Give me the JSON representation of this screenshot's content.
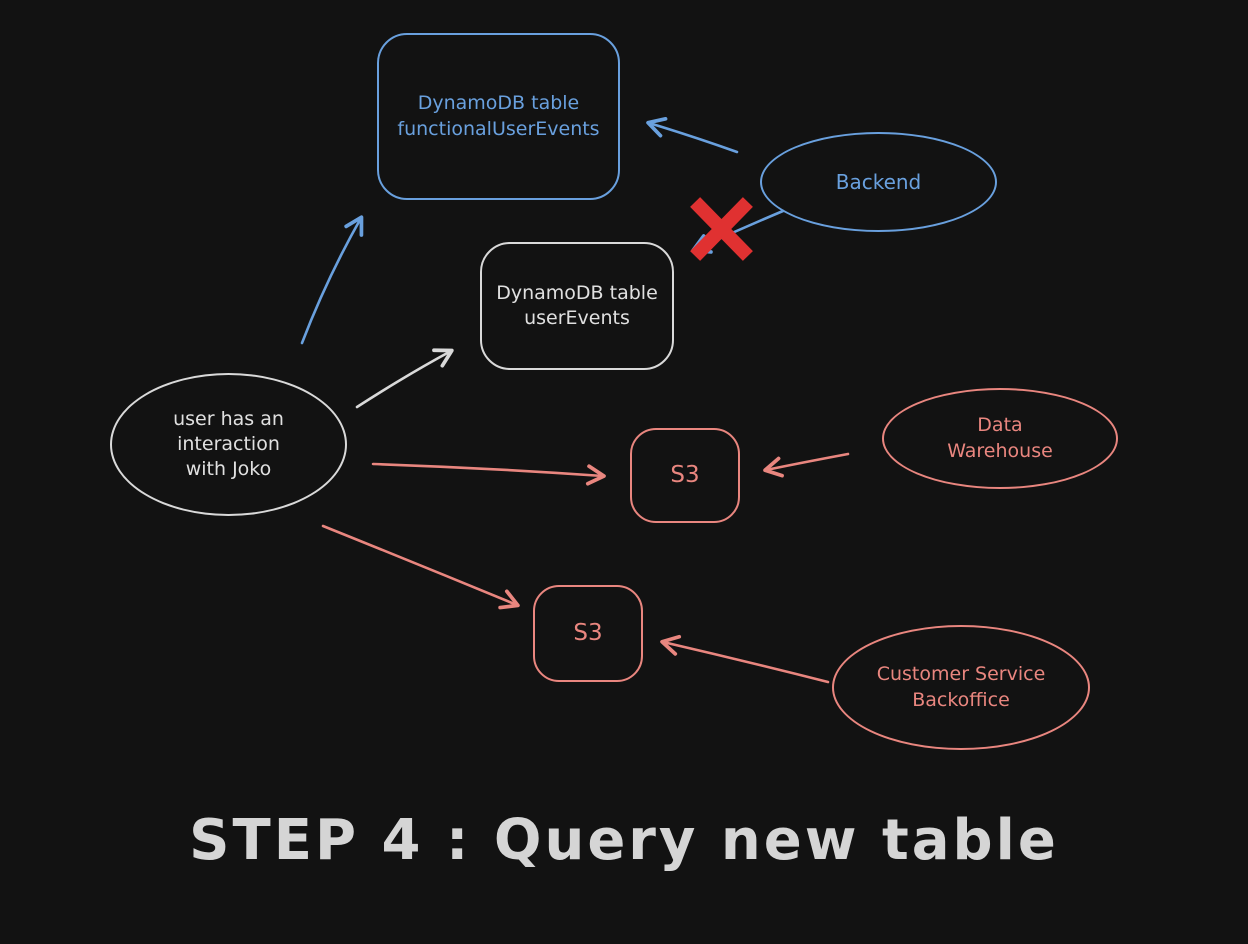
{
  "canvas": {
    "background": "#121212",
    "title": "STEP 4 : Query new table"
  },
  "colors": {
    "blue": "#69a0de",
    "salmon": "#e9867f",
    "light": "#d9d9d9",
    "cross_red": "#e03131"
  },
  "nodes": {
    "functional_table": {
      "label": "DynamoDB table\nfunctionalUserEvents",
      "shape": "rounded-rectangle",
      "color": "#69a0de"
    },
    "backend": {
      "label": "Backend",
      "shape": "ellipse",
      "color": "#69a0de"
    },
    "user_events_table": {
      "label": "DynamoDB table\nuserEvents",
      "shape": "rounded-rectangle",
      "color": "#d9d9d9"
    },
    "user_interaction": {
      "label": "user has an\ninteraction\nwith Joko",
      "shape": "ellipse",
      "color": "#d9d9d9"
    },
    "s3_top": {
      "label": "S3",
      "shape": "rounded-square",
      "color": "#e9867f"
    },
    "data_warehouse": {
      "label": "Data\nWarehouse",
      "shape": "ellipse",
      "color": "#e9867f"
    },
    "s3_bottom": {
      "label": "S3",
      "shape": "rounded-square",
      "color": "#e9867f"
    },
    "customer_service": {
      "label": "Customer Service\nBackoffice",
      "shape": "ellipse",
      "color": "#e9867f"
    }
  },
  "edges": [
    {
      "from": "user_interaction",
      "to": "functional_table",
      "color": "#69a0de",
      "crossed_out": false
    },
    {
      "from": "user_interaction",
      "to": "user_events_table",
      "color": "#d9d9d9",
      "crossed_out": false
    },
    {
      "from": "user_interaction",
      "to": "s3_top",
      "color": "#e9867f",
      "crossed_out": false
    },
    {
      "from": "user_interaction",
      "to": "s3_bottom",
      "color": "#e9867f",
      "crossed_out": false
    },
    {
      "from": "backend",
      "to": "functional_table",
      "color": "#69a0de",
      "crossed_out": false
    },
    {
      "from": "backend",
      "to": "user_events_table",
      "color": "#69a0de",
      "crossed_out": true
    },
    {
      "from": "data_warehouse",
      "to": "s3_top",
      "color": "#e9867f",
      "crossed_out": false
    },
    {
      "from": "customer_service",
      "to": "s3_bottom",
      "color": "#e9867f",
      "crossed_out": false
    }
  ]
}
